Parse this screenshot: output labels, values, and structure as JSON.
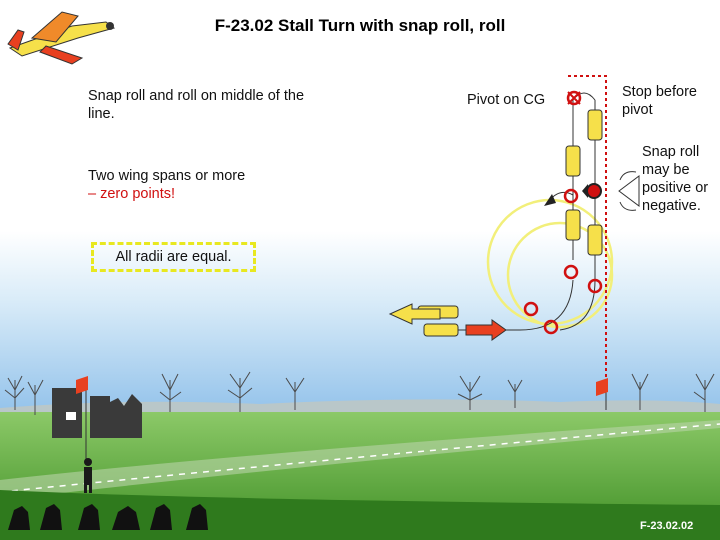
{
  "title": "F-23.02 Stall Turn with snap roll, roll",
  "notes": {
    "snap_middle": "Snap roll and roll on middle of the line.",
    "two_wing_prefix": "Two wing spans or more",
    "two_wing_suffix": "– zero points!",
    "radii_equal": "All radii are equal.",
    "pivot_cg": "Pivot on CG",
    "stop_before_pivot": "Stop before pivot",
    "snap_may_be": "Snap roll may be positive or negative."
  },
  "footer_code": "F-23.02.02",
  "colors": {
    "sky_top": "#2f7fd0",
    "sky_bottom": "#9ec9ee",
    "grass": "#5fae3a",
    "accent_red": "#d01010",
    "circle_yellow": "#f2ef7a"
  }
}
